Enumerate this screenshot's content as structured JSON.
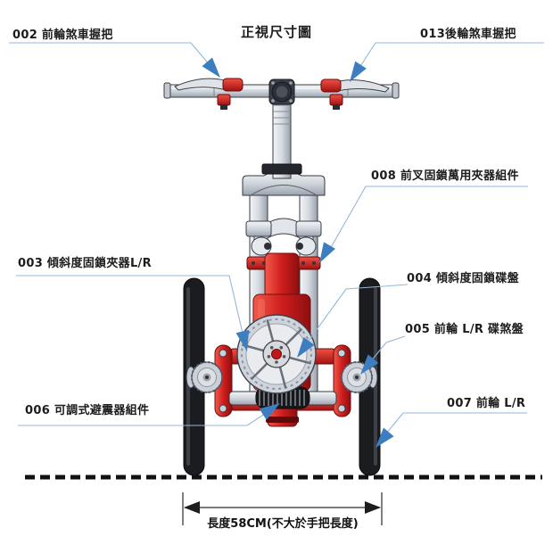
{
  "title": "正視尺寸圖",
  "callouts": {
    "c002": {
      "text": "002 前輪煞車握把"
    },
    "c013": {
      "text": "013後輪煞車握把"
    },
    "c008": {
      "text": "008 前叉固鎖萬用夾器組件"
    },
    "c003": {
      "text": "003 傾斜度固鎖夾器L/R"
    },
    "c004": {
      "text": "004 傾斜度固鎖碟盤"
    },
    "c005": {
      "text": "005 前輪 L/R 碟煞盤"
    },
    "c006": {
      "text": "006 可調式避震器組件"
    },
    "c007": {
      "text": "007 前輪 L/R"
    }
  },
  "dimension": {
    "label": "長度58CM(不大於手把長度)"
  },
  "colors": {
    "leader_blue": "#93b7da",
    "arrow_blue": "#3d7ec0",
    "part_red": "#cf1d1d",
    "metal_gray": "#ccd1d9",
    "ink": "#1c1c1c"
  }
}
